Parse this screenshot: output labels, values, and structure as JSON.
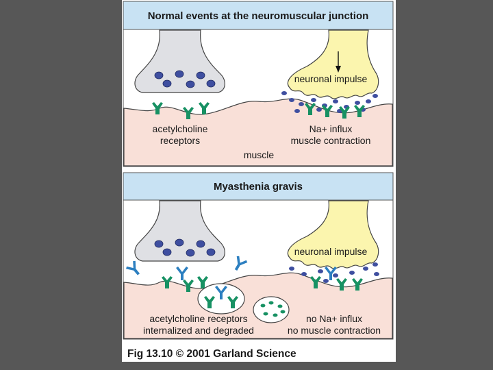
{
  "panels": {
    "normal": {
      "title": "Normal events at the neuromuscular junction",
      "left_labels": [
        "acetylcholine",
        "receptors"
      ],
      "right_labels": [
        "Na+ influx",
        "muscle contraction"
      ],
      "impulse_label": "neuronal impulse",
      "muscle_label": "muscle"
    },
    "mg": {
      "title": "Myasthenia gravis",
      "left_labels": [
        "acetylcholine receptors",
        "internalized and degraded"
      ],
      "right_labels": [
        "no Na+ influx",
        "no muscle contraction"
      ],
      "impulse_label": "neuronal impulse"
    }
  },
  "caption": "Fig 13.10  © 2001 Garland Science",
  "colors": {
    "background": "#575757",
    "title_bar": "#c8e2f3",
    "muscle": "#f9e0d8",
    "terminal_resting": "#dfe0e4",
    "terminal_active": "#fbf5ae",
    "vesicle": "#3f4fa0",
    "receptor": "#179163",
    "antibody": "#2c7fc0"
  }
}
